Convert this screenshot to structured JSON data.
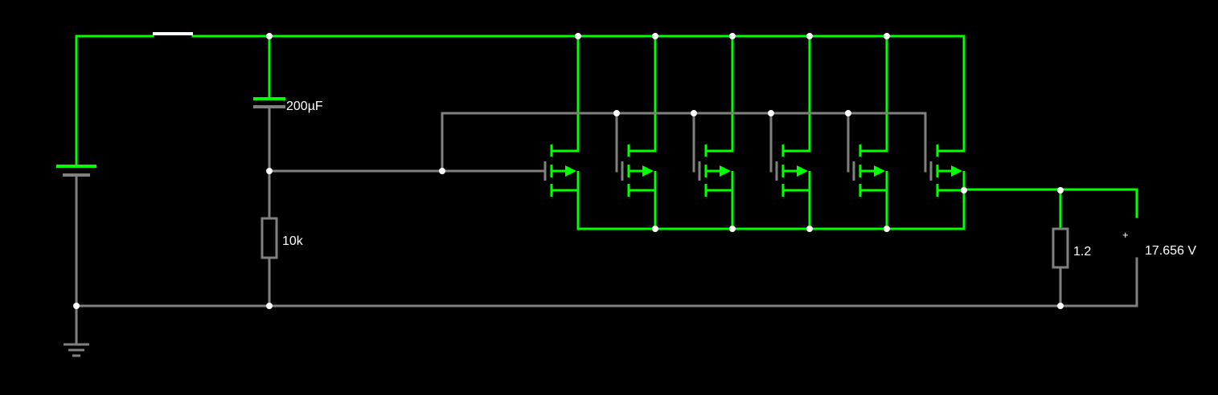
{
  "colors": {
    "background": "#000000",
    "active_wire": "#00ff00",
    "idle_wire": "#808080",
    "switch": "#ffffff",
    "node": "#ffffff",
    "label": "#ffffff"
  },
  "components": {
    "capacitor_label": "200µF",
    "resistor_gate_label": "10k",
    "resistor_load_label": "1.2",
    "voltmeter_plus": "+",
    "voltmeter_reading": "17.656 V",
    "mosfet_count": 6
  }
}
